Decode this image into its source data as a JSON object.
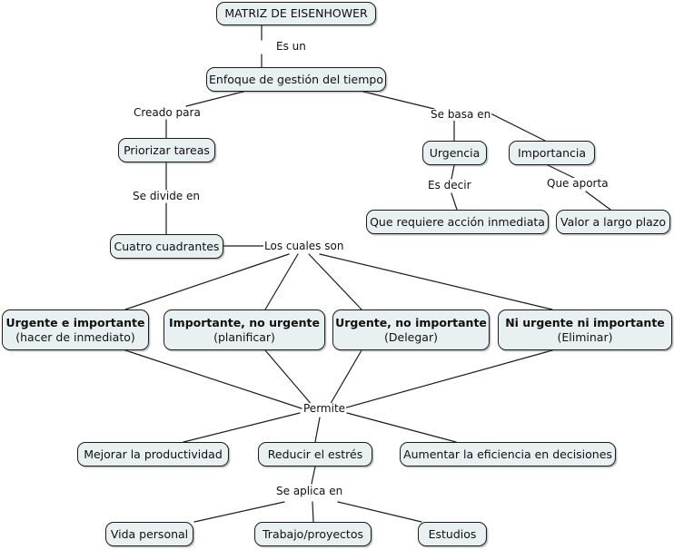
{
  "diagram": {
    "title": "MATRIZ DE EISENHOWER",
    "type": "concept-map",
    "language": "es",
    "style": {
      "node_fill": "#e9f0f2",
      "node_border": "#1b1b1b",
      "edge_color": "#1b1b1b",
      "background": "#ffffff",
      "text_color": "#101010"
    }
  },
  "nodes": {
    "root": {
      "label": "MATRIZ DE EISENHOWER"
    },
    "enfoque": {
      "label": "Enfoque de gestión del tiempo"
    },
    "priorizar": {
      "label": "Priorizar tareas"
    },
    "cuadrantes": {
      "label": "Cuatro cuadrantes"
    },
    "urgencia": {
      "label": "Urgencia"
    },
    "importancia": {
      "label": "Importancia"
    },
    "accion": {
      "label": "Que requiere acción inmediata"
    },
    "valor": {
      "label": "Valor a largo plazo"
    },
    "q1": {
      "label": "Urgente e importante",
      "sub": "(hacer de inmediato)"
    },
    "q2": {
      "label": "Importante, no urgente",
      "sub": "(planificar)"
    },
    "q3": {
      "label": "Urgente, no importante",
      "sub": "(Delegar)"
    },
    "q4": {
      "label": "Ni urgente ni importante",
      "sub": "(Eliminar)"
    },
    "productividad": {
      "label": "Mejorar la productividad"
    },
    "estres": {
      "label": "Reducir el estrés"
    },
    "eficiencia": {
      "label": "Aumentar la eficiencia en decisiones"
    },
    "vida": {
      "label": "Vida personal"
    },
    "trabajo": {
      "label": "Trabajo/proyectos"
    },
    "estudios": {
      "label": "Estudios"
    }
  },
  "link_labels": {
    "es_un": "Es un",
    "creado_para": "Creado para",
    "se_basa_en": "Se basa en",
    "se_divide_en": "Se divide en",
    "es_decir": "Es decir",
    "que_aporta": "Que aporta",
    "los_cuales_son": "Los cuales son",
    "permite": "Permite",
    "se_aplica_en": "Se aplica en"
  }
}
